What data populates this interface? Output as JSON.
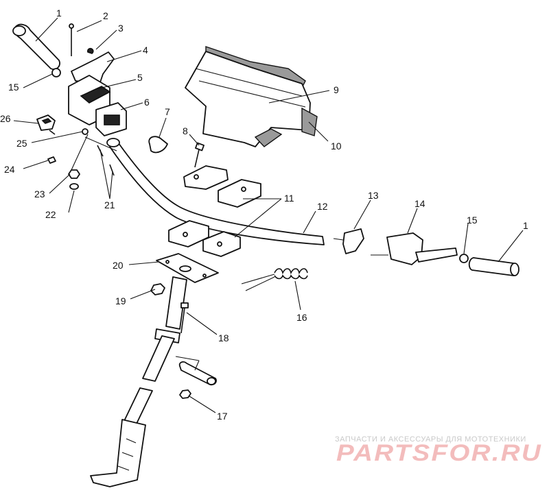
{
  "diagram": {
    "callouts": [
      {
        "id": "c1a",
        "text": "1"
      },
      {
        "id": "c2",
        "text": "2"
      },
      {
        "id": "c3",
        "text": "3"
      },
      {
        "id": "c4",
        "text": "4"
      },
      {
        "id": "c5",
        "text": "5"
      },
      {
        "id": "c6",
        "text": "6"
      },
      {
        "id": "c7",
        "text": "7"
      },
      {
        "id": "c8",
        "text": "8"
      },
      {
        "id": "c9",
        "text": "9"
      },
      {
        "id": "c10",
        "text": "10"
      },
      {
        "id": "c11",
        "text": "11"
      },
      {
        "id": "c12",
        "text": "12"
      },
      {
        "id": "c13",
        "text": "13"
      },
      {
        "id": "c14",
        "text": "14"
      },
      {
        "id": "c15a",
        "text": "15"
      },
      {
        "id": "c15b",
        "text": "15"
      },
      {
        "id": "c1b",
        "text": "1"
      },
      {
        "id": "c16",
        "text": "16"
      },
      {
        "id": "c17",
        "text": "17"
      },
      {
        "id": "c18",
        "text": "18"
      },
      {
        "id": "c19",
        "text": "19"
      },
      {
        "id": "c20",
        "text": "20"
      },
      {
        "id": "c21",
        "text": "21"
      },
      {
        "id": "c22",
        "text": "22"
      },
      {
        "id": "c23",
        "text": "23"
      },
      {
        "id": "c24",
        "text": "24"
      },
      {
        "id": "c25",
        "text": "25"
      },
      {
        "id": "c26",
        "text": "26"
      }
    ]
  },
  "watermark": {
    "tagline": "ЗАПЧАСТИ И АКСЕССУАРЫ ДЛЯ МОТОТЕХНИКИ",
    "brand": "PARTSFOR.RU",
    "brand_color": "#f3bcbc"
  }
}
